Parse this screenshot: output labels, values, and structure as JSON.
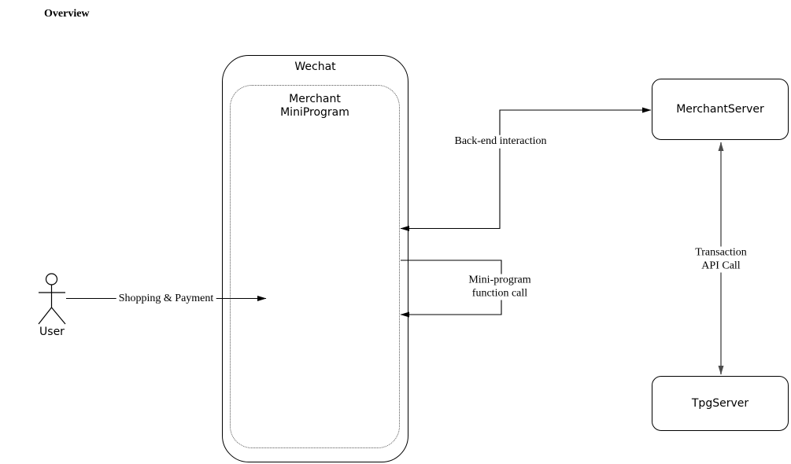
{
  "title": "Overview",
  "nodes": {
    "wechat": {
      "label": "Wechat"
    },
    "mini_program": {
      "lines": [
        "Merchant",
        "MiniProgram"
      ]
    },
    "merchant_server": {
      "label": "MerchantServer"
    },
    "tpg_server": {
      "label": "TpgServer"
    },
    "user": {
      "label": "User"
    }
  },
  "edges": {
    "shopping_payment": {
      "label": "Shopping & Payment",
      "from": "User",
      "to": "Merchant MiniProgram",
      "direction": "one-way"
    },
    "backend_interaction": {
      "label": "Back-end interaction",
      "from": "Merchant MiniProgram",
      "to": "MerchantServer",
      "direction": "two-way"
    },
    "miniprogram_function_call": {
      "lines": [
        "Mini-program",
        "function call"
      ],
      "from": "Merchant MiniProgram",
      "to": "Merchant MiniProgram",
      "direction": "one-way"
    },
    "transaction_api_call": {
      "lines": [
        "Transaction",
        "API Call"
      ],
      "from": "MerchantServer",
      "to": "TpgServer",
      "direction": "two-way"
    }
  },
  "colors": {
    "background": "#ffffff",
    "text": "#000000",
    "edge": "#000000",
    "transaction_edge": "#666666",
    "box_border": "#000000",
    "dotted_border": "#555555"
  }
}
